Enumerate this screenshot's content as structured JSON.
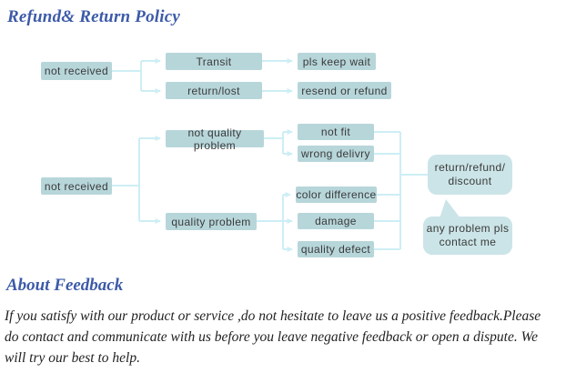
{
  "titles": {
    "main": "Refund& Return Policy",
    "about": "About Feedback"
  },
  "about": {
    "lines": [
      "If you satisfy with our product or service ,do not hesitate to leave us a positive feedback.Please",
      "do contact and communicate with us before you leave negative feedback or open a dispute. We",
      "will try our best to help."
    ]
  },
  "flowchart": {
    "nodes": {
      "root_top": "not received",
      "transit": "Transit",
      "return_lost": "return/lost",
      "pls_keep_wait": "pls keep wait",
      "resend_or_refund": "resend or refund",
      "root_bottom": "not received",
      "not_quality_problem": "not quality problem",
      "quality_problem": "quality problem",
      "not_fit": "not fit",
      "wrong_delivry": "wrong delivry",
      "color_difference": "color difference",
      "damage": "damage",
      "quality_defect": "quality defect",
      "outcome_line1": "return/refund/",
      "outcome_line2": "discount",
      "note_line1": "any problem pls",
      "note_line2": "contact me"
    },
    "structure": {
      "top": {
        "root": "not received",
        "branches": [
          {
            "step": "Transit",
            "result": "pls keep wait"
          },
          {
            "step": "return/lost",
            "result": "resend or refund"
          }
        ]
      },
      "bottom": {
        "root": "not received",
        "branches": [
          {
            "step": "not quality problem",
            "reasons": [
              "not fit",
              "wrong delivry"
            ]
          },
          {
            "step": "quality problem",
            "reasons": [
              "color difference",
              "damage",
              "quality defect"
            ]
          }
        ],
        "outcome": "return/refund/ discount",
        "note": "any problem pls contact me"
      }
    }
  },
  "colors": {
    "heading_blue": "#3c5aa8",
    "box_fill": "#b7d6da",
    "bubble_fill": "#cbe4e7",
    "connector": "#cdeef5",
    "box_text": "#3a3a3a",
    "body_text": "#222222"
  }
}
